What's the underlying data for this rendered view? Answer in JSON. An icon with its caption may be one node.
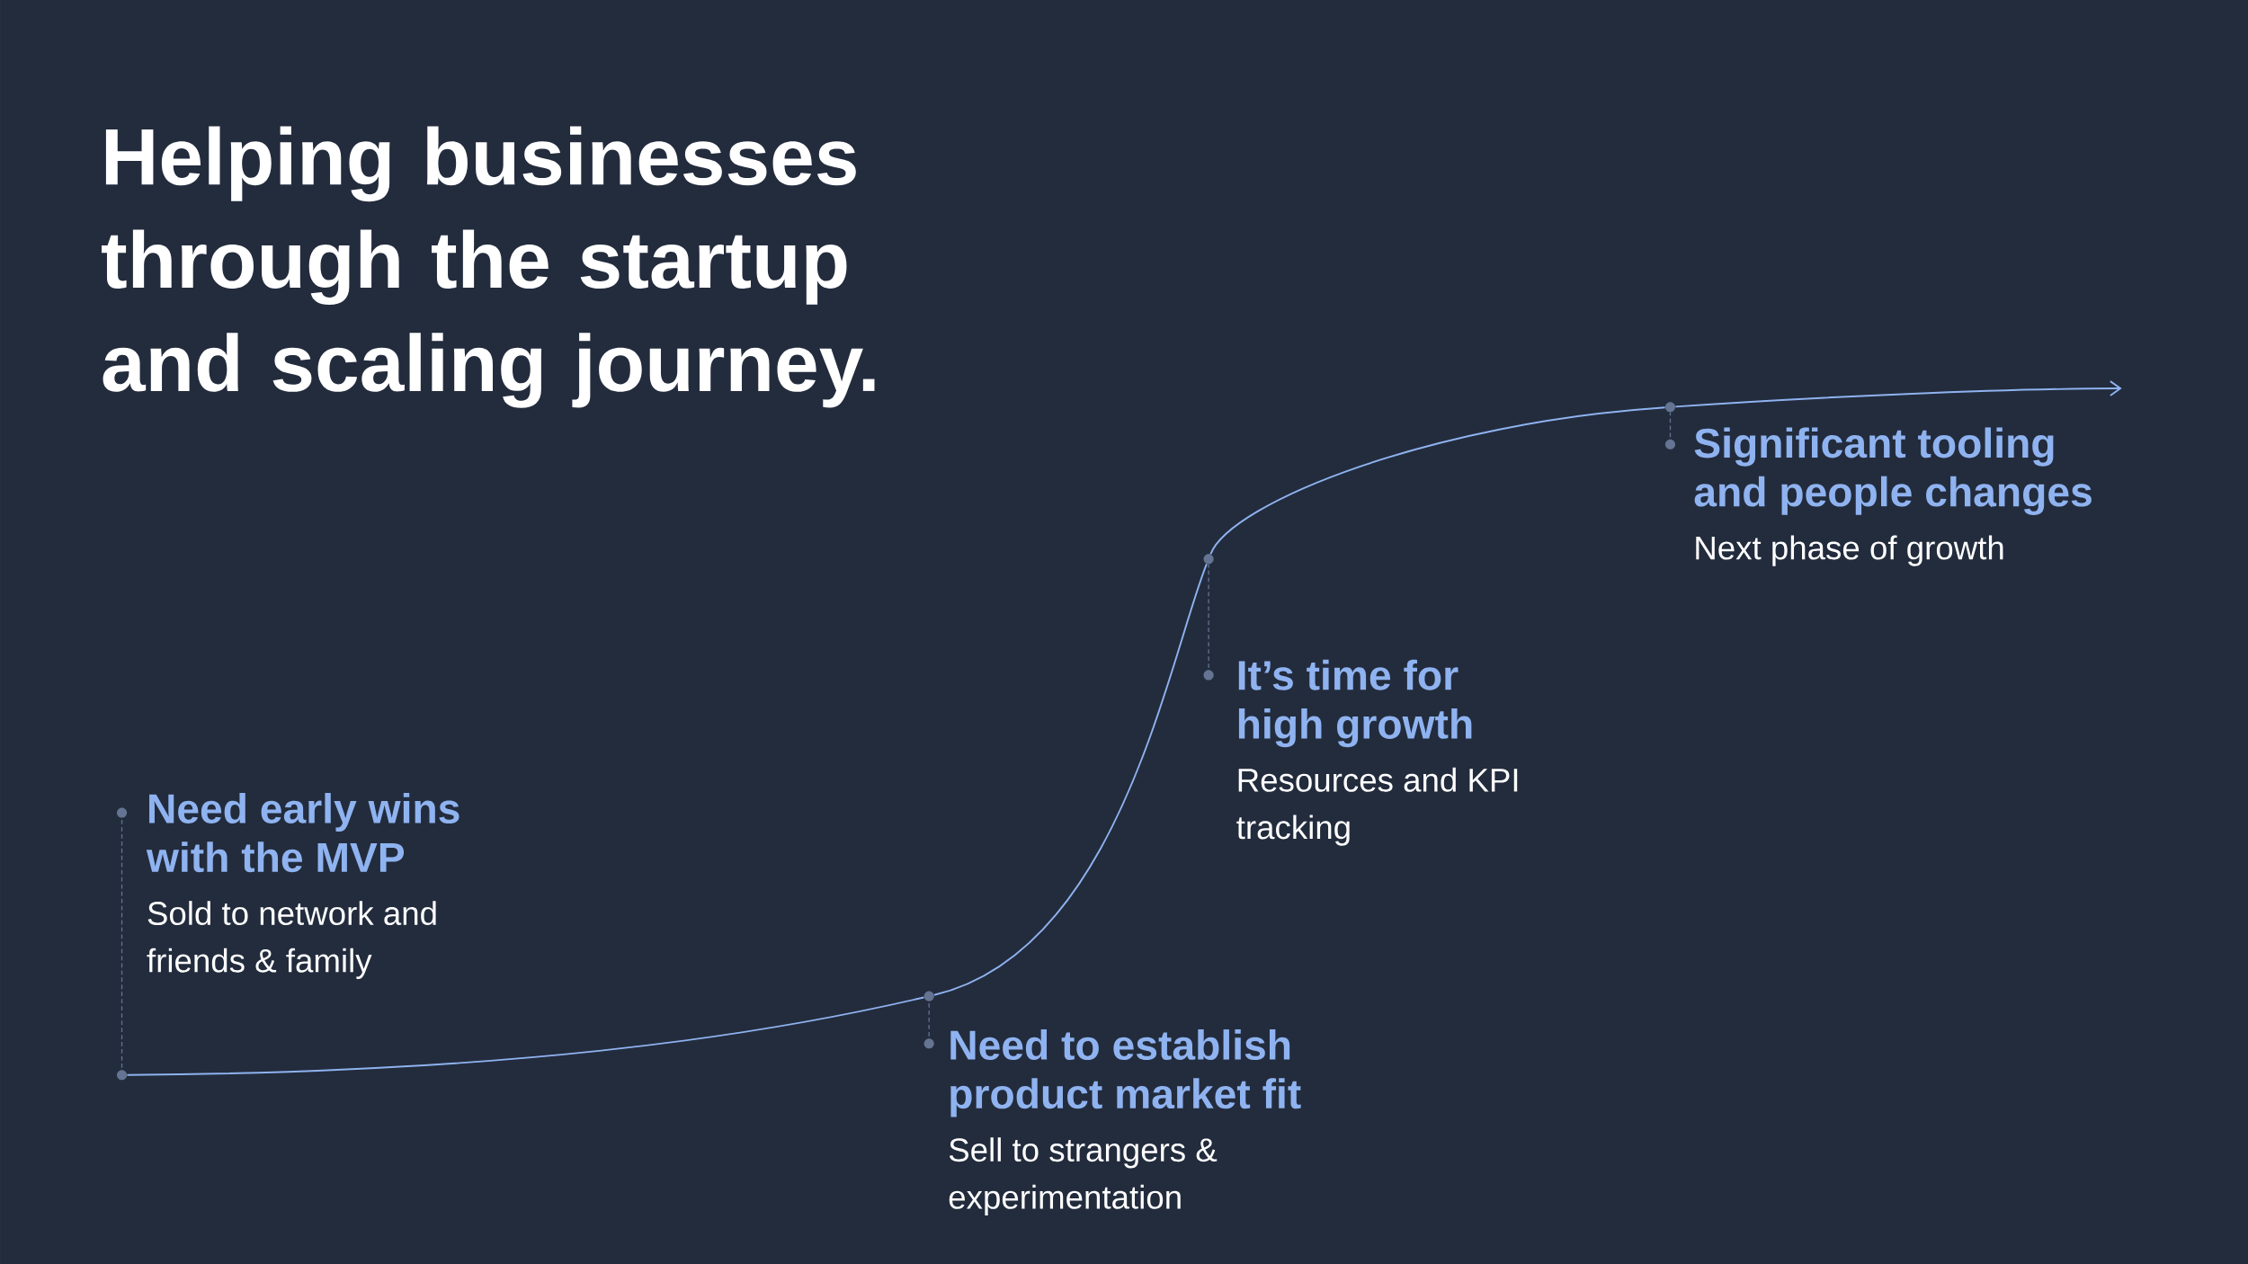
{
  "diagram": {
    "title": "Helping businesses through the startup and scaling journey.",
    "nodes": [
      {
        "text": [
          "Need early wins with the MVP",
          "Sold to network and friends & family"
        ]
      },
      {
        "text": [
          "Need to establish product market fit",
          "Sell to strangers & experimentation"
        ]
      },
      {
        "text": [
          "It’s time for high growth",
          "Resources and KPI tracking"
        ]
      },
      {
        "text": [
          "Significant tooling and people changes",
          "Next phase of growth"
        ]
      },
      {
        "text": [],
        "shape": "circle"
      },
      {
        "text": [],
        "shape": "circle"
      },
      {
        "text": [],
        "shape": "circle"
      },
      {
        "text": [],
        "shape": "circle"
      }
    ],
    "edges": [
      {
        "from": 0,
        "to": 4,
        "arrow": "none",
        "style": "dashed"
      },
      {
        "from": 1,
        "to": 5,
        "arrow": "none",
        "style": "dashed"
      },
      {
        "from": 2,
        "to": 6,
        "arrow": "none",
        "style": "dashed"
      },
      {
        "from": 3,
        "to": 7,
        "arrow": "none",
        "style": "dashed"
      },
      {
        "from": 4,
        "to": 5,
        "arrow": "none",
        "color": "#8fb3f0"
      },
      {
        "from": 5,
        "to": 6,
        "arrow": "none",
        "color": "#8fb3f0"
      },
      {
        "from": 6,
        "to": 7,
        "arrow": "none",
        "color": "#8fb3f0"
      },
      {
        "from": 7,
        "to": null,
        "arrow": "to",
        "color": "#8fb3f0"
      }
    ]
  }
}
